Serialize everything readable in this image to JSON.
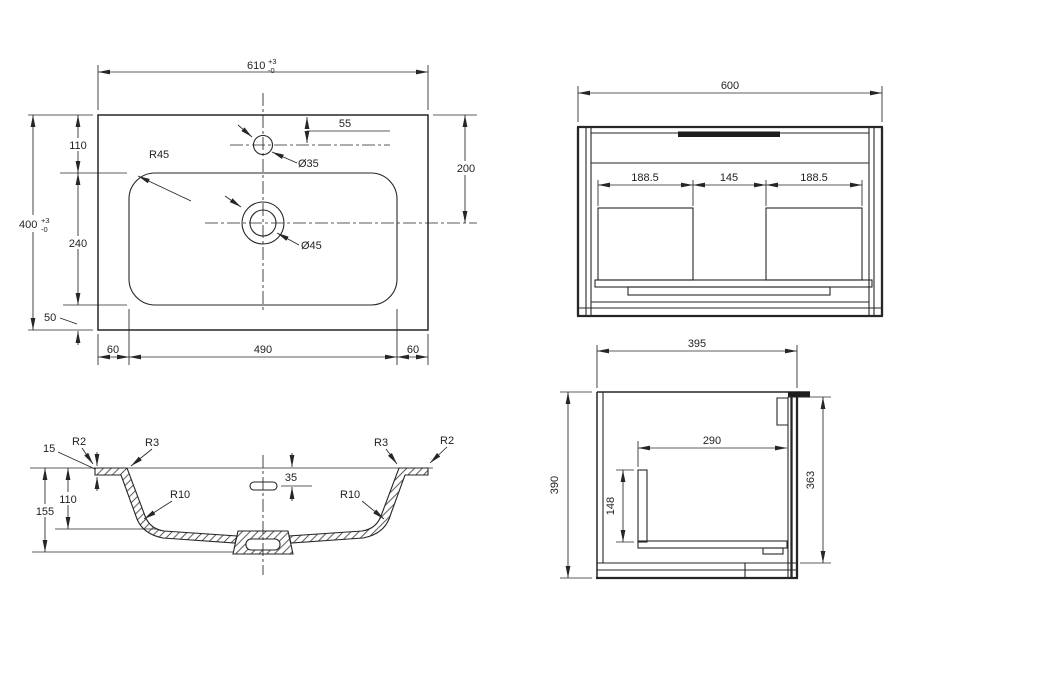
{
  "drawing": {
    "background": "#ffffff",
    "line_color": "#262626",
    "views": {
      "sink_top": {
        "overall_width": "610",
        "width_tol_plus": "+3",
        "width_tol_minus": "-0",
        "overall_depth": "400",
        "depth_tol_plus": "+3",
        "depth_tol_minus": "-0",
        "basin_top_offset": "110",
        "basin_depth": "240",
        "basin_bottom_offset": "50",
        "faucet_hole_offset": "55",
        "faucet_hole_dia": "Ø35",
        "drain_center_offset": "200",
        "drain_dia": "Ø45",
        "corner_radius": "R45",
        "margin_left": "60",
        "basin_width": "490",
        "margin_right": "60"
      },
      "cabinet_front": {
        "overall_width": "600",
        "drawer_left": "188.5",
        "drawer_gap": "145",
        "drawer_right": "188.5"
      },
      "sink_section": {
        "rim_thickness": "15",
        "edge_radius_left": "R2",
        "inner_radius_left": "R3",
        "inner_radius_right": "R3",
        "edge_radius_right": "R2",
        "bottom_radius_left": "R10",
        "bottom_radius_right": "R10",
        "overflow_offset": "35",
        "bowl_depth": "110",
        "total_depth": "155"
      },
      "cabinet_side": {
        "overall_depth": "395",
        "overall_height": "390",
        "inner_depth": "290",
        "bracket_height": "148",
        "door_height": "363"
      }
    }
  }
}
